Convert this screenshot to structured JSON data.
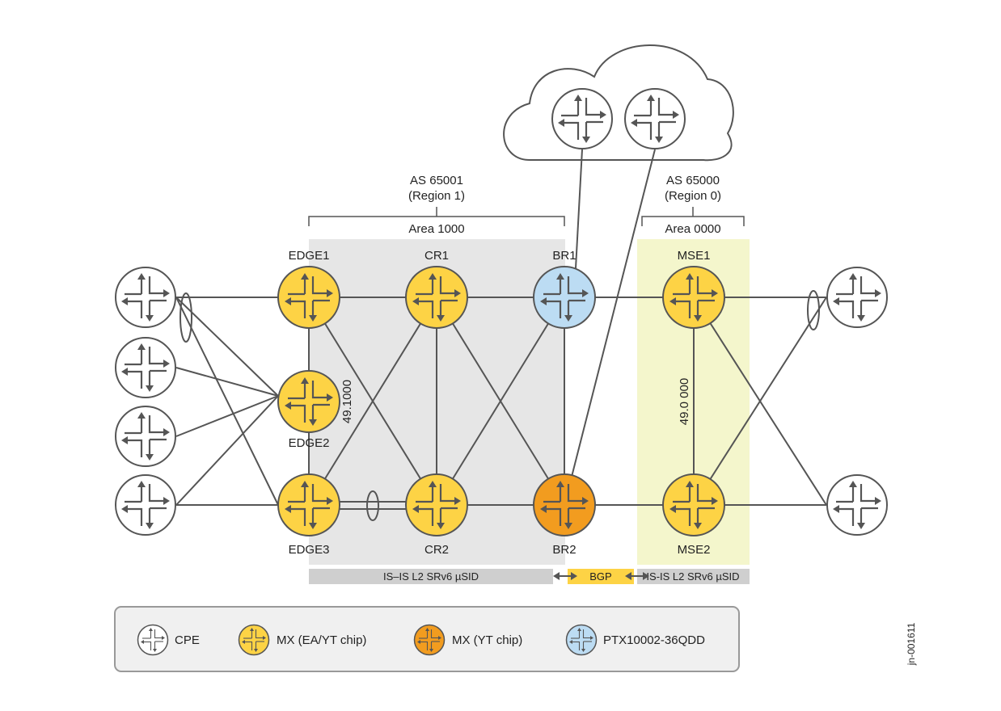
{
  "title": "",
  "colors": {
    "mx_ea_yt": "#fdd345",
    "mx_yt": "#f29c1f",
    "ptx": "#bcdcf3",
    "cpe": "#ffffff",
    "region1_bg": "#e6e6e6",
    "region0_bg": "#f4f6cc",
    "bar_gray": "#cfcfcf",
    "bar_bgp": "#fdd345",
    "stroke": "#555555"
  },
  "regions": {
    "region1": {
      "as": "AS 65001",
      "name": "(Region 1)",
      "area": "Area 1000",
      "net": "49.1000"
    },
    "region0": {
      "as": "AS 65000",
      "name": "(Region 0)",
      "area": "Area 0000",
      "net": "49.0 000"
    }
  },
  "nodes": {
    "edge1": "EDGE1",
    "edge2": "EDGE2",
    "edge3": "EDGE3",
    "cr1": "CR1",
    "cr2": "CR2",
    "br1": "BR1",
    "br2": "BR2",
    "mse1": "MSE1",
    "mse2": "MSE2"
  },
  "bottom_bars": {
    "left": "IS–IS L2 SRv6 µSID",
    "middle": "BGP",
    "right": "IS-IS L2 SRv6 µSID"
  },
  "legend": [
    {
      "icon": "cpe-router-icon",
      "label": "CPE"
    },
    {
      "icon": "mx-ea-yt-router-icon",
      "label": "MX (EA/YT chip)"
    },
    {
      "icon": "mx-yt-router-icon",
      "label": "MX (YT chip)"
    },
    {
      "icon": "ptx-router-icon",
      "label": "PTX10002-36QDD"
    }
  ],
  "figure_id": "jn-001611"
}
